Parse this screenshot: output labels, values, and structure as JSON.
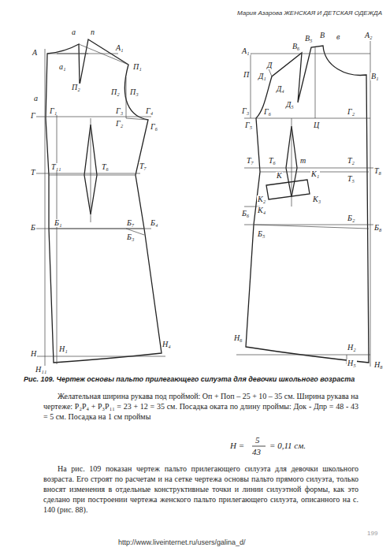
{
  "diagram": {
    "caption": "Рис. 109. Чертеж основы пальто прилегающего силуэта для девочки школьного возраста",
    "labels": [
      "Мария Азарова ЖЕНСКАЯ И ДЕТСКАЯ ОДЕЖДА",
      "А",
      "а₁",
      "а",
      "п",
      "А₁",
      "П₁",
      "П₂",
      "П₂",
      "П₃",
      "а",
      "Г",
      "Г₁",
      "Г₃",
      "Г₄",
      "Г₂",
      "Г₆",
      "Т",
      "Т₁₁",
      "Т₆",
      "Т₇",
      "Б",
      "Б₁",
      "Б₇",
      "Б₄",
      "Б₃",
      "Н",
      "Н₁",
      "Н₄",
      "Н₁₁",
      "А₁",
      "Д",
      "Д₁",
      "В₆",
      "В₅",
      "В",
      "в",
      "А₂",
      "П",
      "В₁",
      "Д₄",
      "Д₅",
      "Ц",
      "Г₃",
      "Г₅",
      "Г₆",
      "Г₂",
      "Т₇",
      "Т₆",
      "m",
      "Т₂",
      "Т₅",
      "Т₈",
      "К",
      "К₁",
      "К₂",
      "К₃",
      "К₄",
      "Б₆",
      "Б₅",
      "Б₂",
      "Б₈",
      "Н₆",
      "Н₂",
      "Н₅",
      "Н₈",
      "Желательная ширина рукава под проймой: Оп + Поп – 25 + 10 – 35 см. Ширина рукава на чертеже: Р₂Р₄ + Р₃Р₁₁ = 23 + 12 = 35 см. Посадка оката по длину проймы: Док - Дпр = 48 - 43 = 5 см. Посадка на 1 см проймы",
      "H =",
      "5",
      "43",
      "= 0,11 см.",
      "На рис. 109 показан чертеж пальто прилегающего силуэта для девочки школьного возраста. Его строят по расчетам и на сетке чертежа основы пальто прямого силуэта, только вносят изменения в отдельные конструктивные точки и линии силуэтной формы, как это сделано при построении чертежа женского пальто прилегающего силуэта, описанного на с. 140 (рис. 88).",
      "http://www.liveinternet.ru/users/galina_d/",
      "199"
    ]
  }
}
